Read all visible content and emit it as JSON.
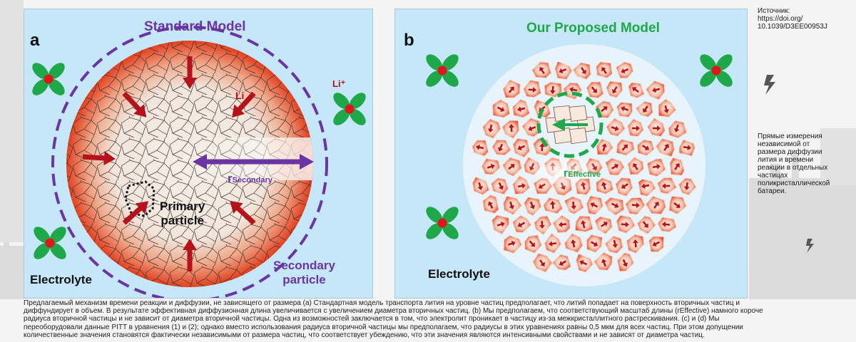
{
  "panel_a": {
    "letter": "a",
    "title": "Standard Model",
    "li_label": "Li",
    "li_plus_label": "Li⁺",
    "r_main": "r",
    "r_sub": "Secondary",
    "primary_line1": "Primary",
    "primary_line2": "particle",
    "secondary_line1": "Secondary",
    "secondary_line2": "particle",
    "electrolyte": "Electrolyte"
  },
  "panel_b": {
    "letter": "b",
    "title": "Our Proposed Model",
    "r_main": "r",
    "r_sub": "Effective",
    "electrolyte": "Electrolyte"
  },
  "sidebar": {
    "source_lines": [
      "Источник:",
      "https://doi.org/",
      "10.1039/D3EE00953J"
    ],
    "note_lines": [
      "Прямые измерения",
      "независимой от",
      "размера диффузии",
      "лития и времени",
      "реакции в отдельных",
      "частицах",
      "поликристаллической",
      "батареи."
    ]
  },
  "caption_lines": [
    "Предлагаемый механизм времени реакции и диффузии, не зависящего от размера (a) Стандартная модель транспорта лития на уровне частиц предполагает, что литий попадает на поверхность вторичных частиц и",
    "диффундирует в объем. В результате эффективная диффузионная длина увеличивается с увеличением диаметра вторичных частиц. (b) Мы предполагаем, что соответствующий масштаб длины (rEffective) намного короче",
    "радиуса вторичной частицы и не зависит от диаметра вторичной частицы. Одна из возможностей заключается в том, что электролит проникает в частицу из-за межкристаллитного растрескивания. (c) и (d) Мы",
    "переоборудовали данные PITT в уравнения (1) и (2); однако вместо использования радиуса вторичной частицы мы предполагаем, что радиусы в этих уравнениях равны 0,5 мкм для всех частиц. При этом допущении",
    "количественные значения становятся фактически независимыми от размера частиц, что соответствует убеждению, что эти значения являются интенсивными свойствами и не зависят от диаметра частиц."
  ],
  "colors": {
    "purple": "#6a35a3",
    "green": "#1fa84a",
    "arrow_red": "#b5121b",
    "electrolyte_blue": "#c6e7f8",
    "particle_red": "#e8472a"
  }
}
